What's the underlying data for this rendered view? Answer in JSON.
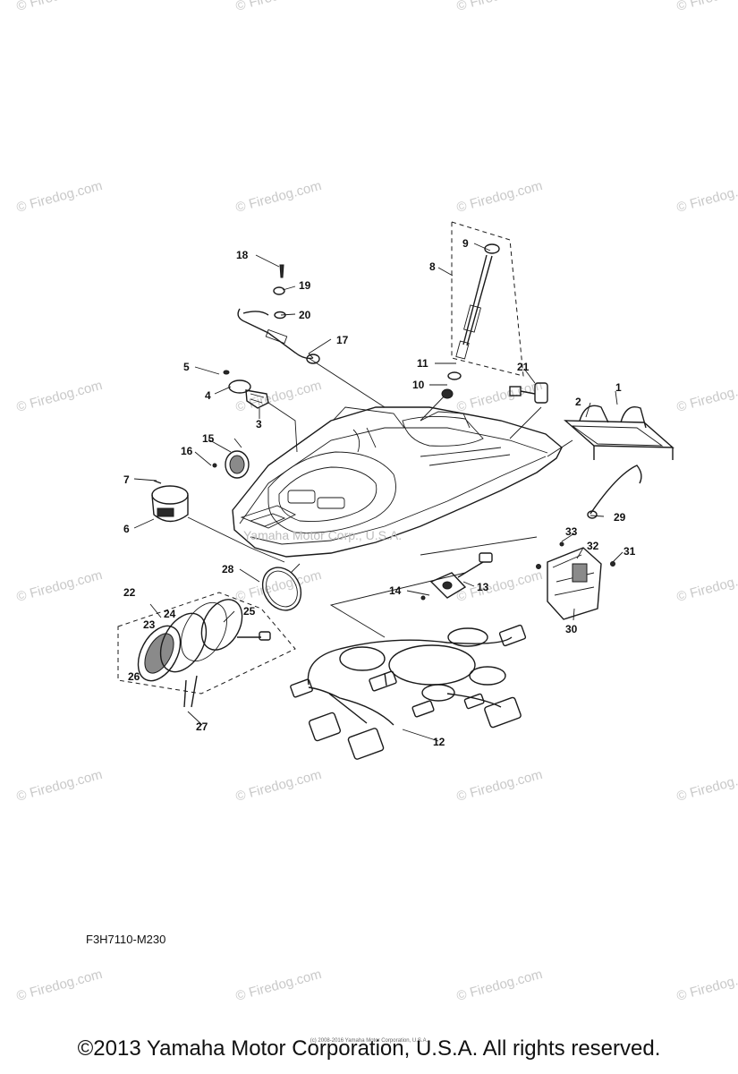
{
  "watermark_text": "© Firedog.com",
  "inline_watermark_text": "Yamaha Motor Corp., U.S.A.",
  "callouts": [
    "1",
    "2",
    "3",
    "4",
    "5",
    "6",
    "7",
    "8",
    "9",
    "10",
    "11",
    "12",
    "13",
    "14",
    "15",
    "16",
    "17",
    "18",
    "19",
    "20",
    "21",
    "22",
    "23",
    "24",
    "25",
    "26",
    "27",
    "28",
    "29",
    "30",
    "31",
    "32",
    "33"
  ],
  "diagram_code": "F3H7110-M230",
  "copyright_small": "(c) 2008-2016 Yamaha Motor Corporation, U.S.A.",
  "copyright": "©2013 Yamaha Motor Corporation, U.S.A. All rights reserved."
}
